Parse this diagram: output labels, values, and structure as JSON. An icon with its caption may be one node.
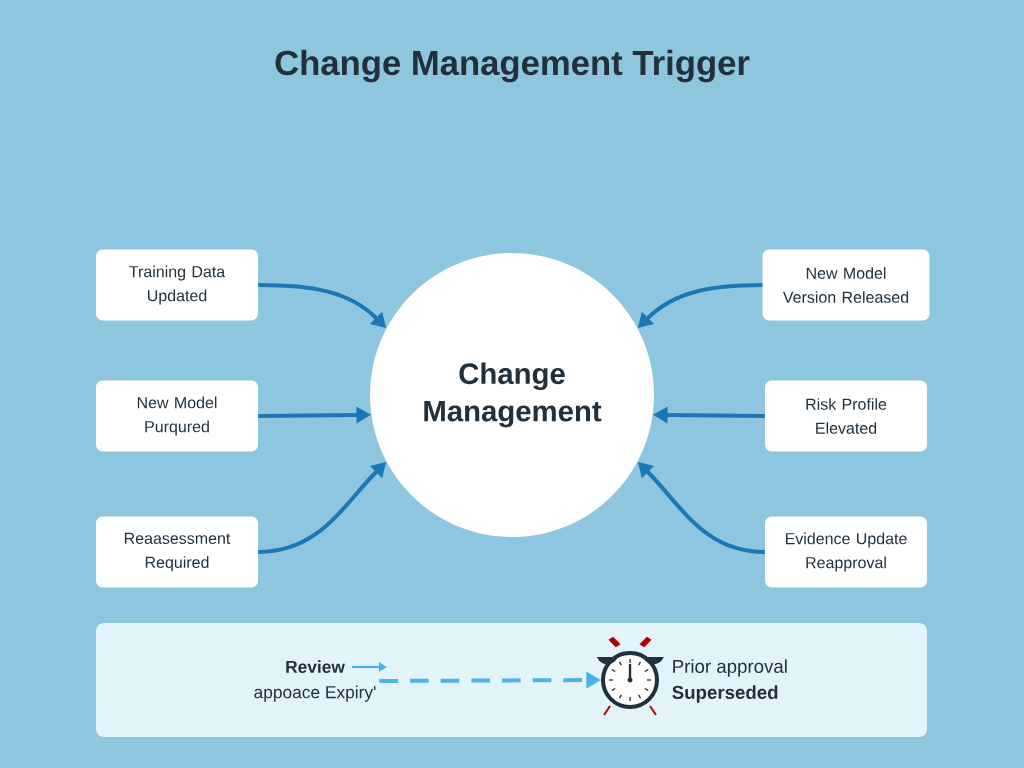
{
  "diagram": {
    "title": "Change Management Trigger",
    "nodes": [
      {
        "text": [
          "Change Management"
        ]
      },
      {
        "text": [
          "Training Data Updated"
        ]
      },
      {
        "text": [
          "New Model Purqured"
        ]
      },
      {
        "text": [
          "Reaasessment Required"
        ]
      },
      {
        "text": [
          "New Model Version Released"
        ]
      },
      {
        "text": [
          "Risk Profile Elevated"
        ]
      },
      {
        "text": [
          "Evidence Update Reapproval"
        ]
      },
      {
        "text": [],
        "shape": "box"
      },
      {
        "text": [
          "Review",
          "appoace Expiry'"
        ],
        "in": 7
      },
      {
        "text": [],
        "shape": "clock",
        "in": 7,
        "beside": [
          "Prior approval",
          "Superseded"
        ]
      }
    ],
    "edges": [
      {
        "from": 1,
        "to": 0,
        "arrow": "to"
      },
      {
        "from": 2,
        "to": 0,
        "arrow": "to"
      },
      {
        "from": 3,
        "to": 0,
        "arrow": "to"
      },
      {
        "from": 4,
        "to": 0,
        "arrow": "to"
      },
      {
        "from": 5,
        "to": 0,
        "arrow": "to"
      },
      {
        "from": 6,
        "to": 0,
        "arrow": "to"
      },
      {
        "from": 8,
        "to": 9,
        "arrow": "to",
        "style": "dashed",
        "color": "#4ab3ea"
      }
    ]
  }
}
